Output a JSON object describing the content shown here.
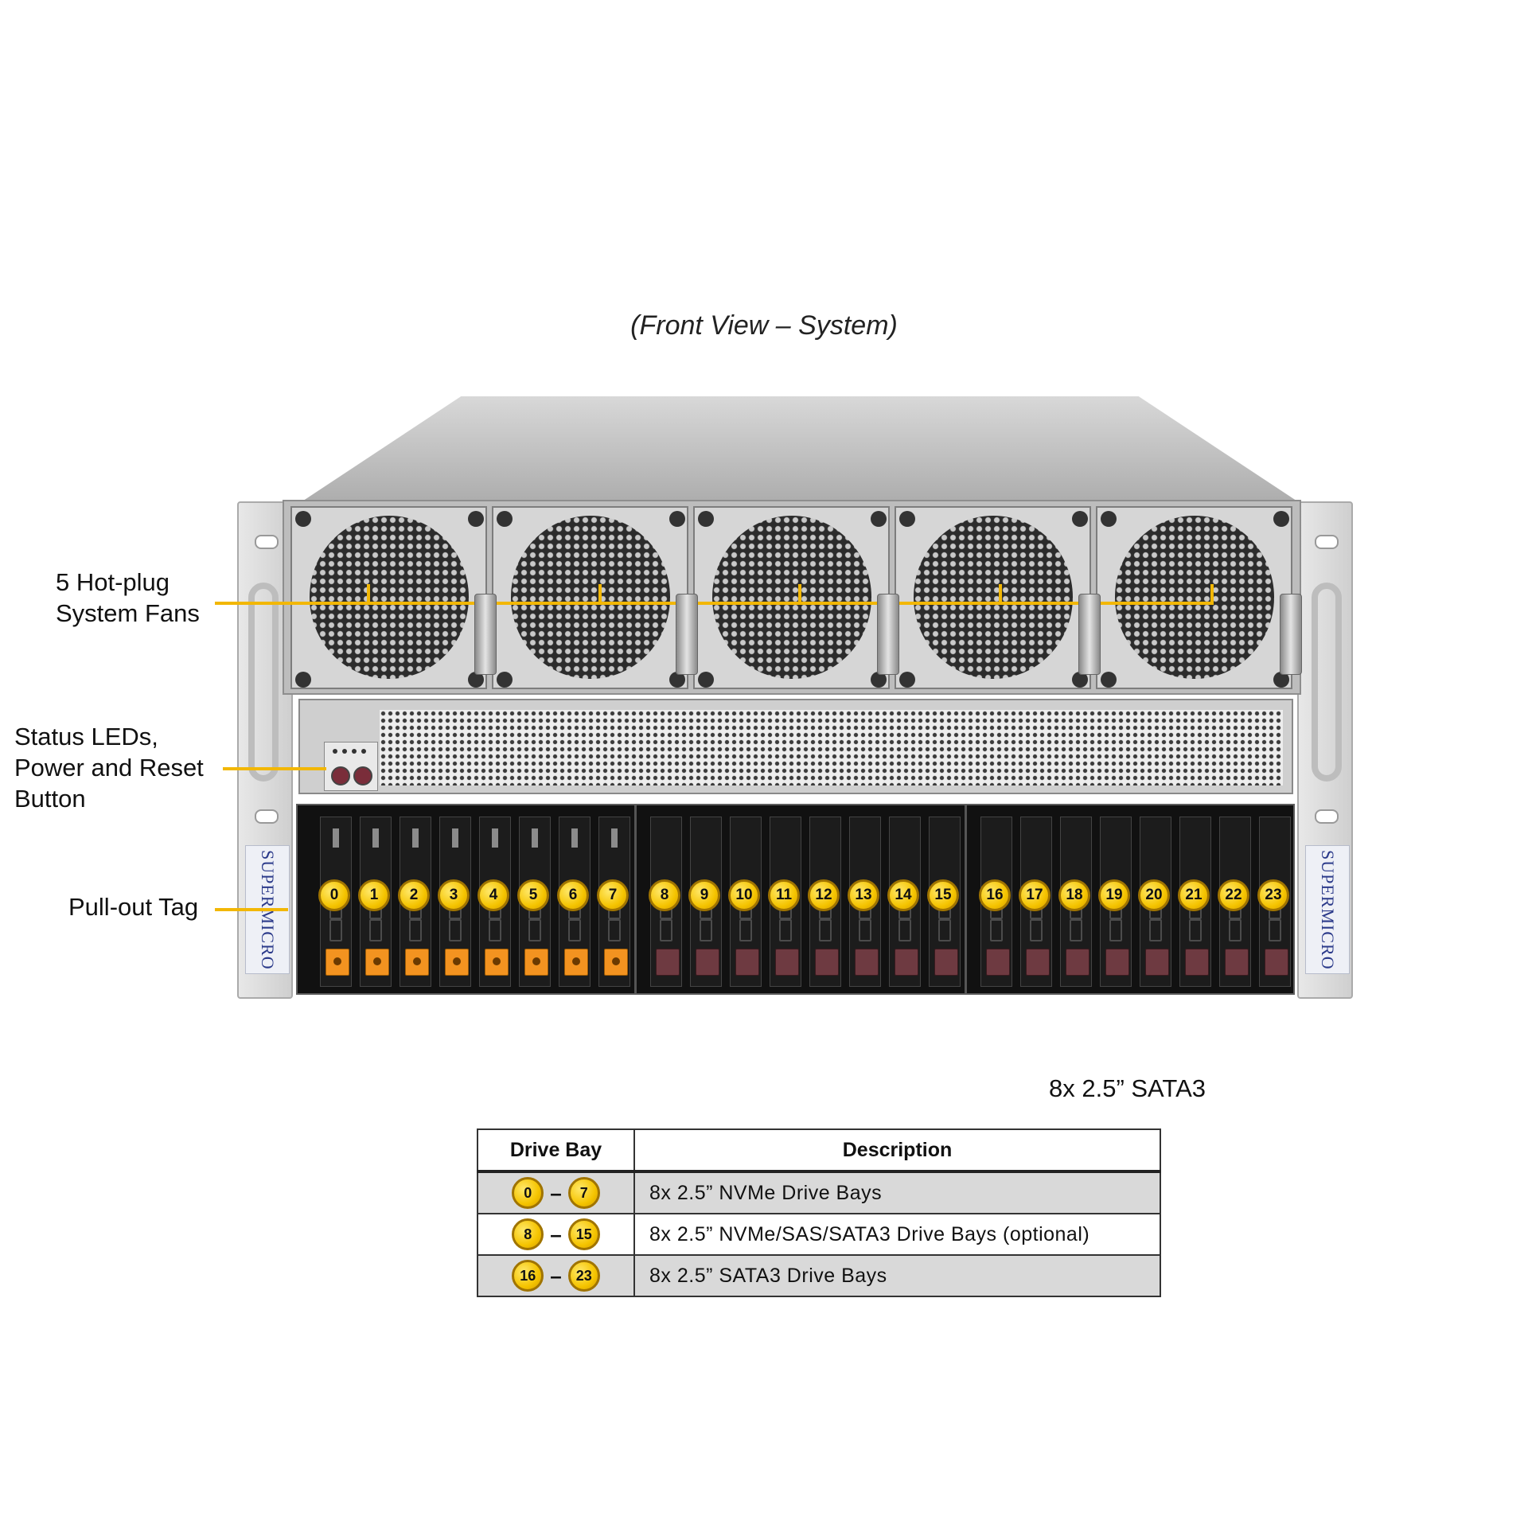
{
  "caption": "(Front View – System)",
  "callouts": {
    "fans": "5 Hot-plug\nSystem Fans",
    "leds": "Status LEDs,\nPower and Reset\nButton",
    "tag": "Pull-out Tag"
  },
  "brand": "SUPERMICRO",
  "drive_badges": [
    "0",
    "1",
    "2",
    "3",
    "4",
    "5",
    "6",
    "7",
    "8",
    "9",
    "10",
    "11",
    "12",
    "13",
    "14",
    "15",
    "16",
    "17",
    "18",
    "19",
    "20",
    "21",
    "22",
    "23"
  ],
  "note": "8x 2.5” SATA3",
  "table": {
    "headers": [
      "Drive Bay",
      "Description"
    ],
    "rows": [
      {
        "from": "0",
        "to": "7",
        "description": "8x 2.5” NVMe Drive Bays"
      },
      {
        "from": "8",
        "to": "15",
        "description": "8x 2.5” NVMe/SAS/SATA3 Drive Bays (optional)"
      },
      {
        "from": "16",
        "to": "23",
        "description": "8x 2.5” SATA3 Drive Bays"
      }
    ]
  },
  "colors": {
    "callout": "#f2b705",
    "badge": "#f5c400",
    "latch_nvme": "#f39320",
    "latch_other": "#6e3a41"
  }
}
